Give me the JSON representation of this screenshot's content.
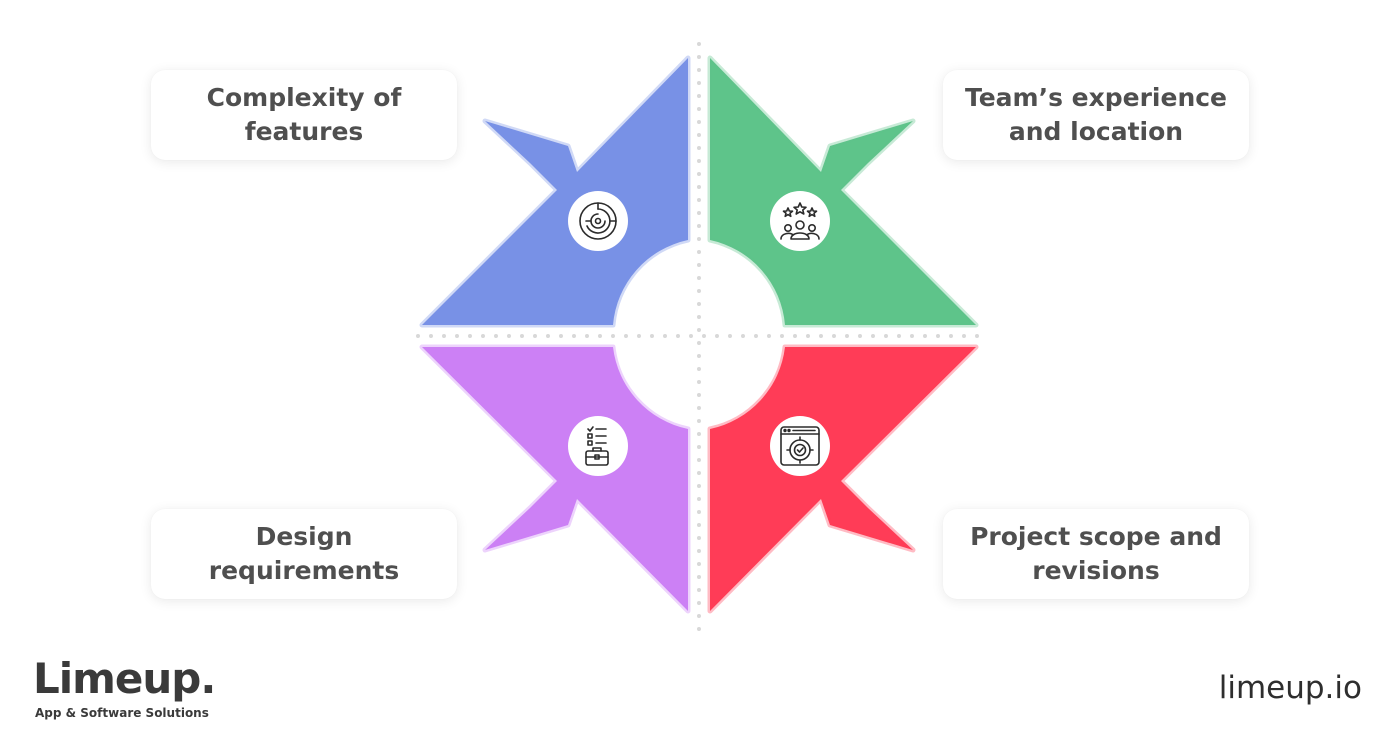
{
  "factors": [
    {
      "label": "Complexity of features",
      "color": "#7891e6",
      "icon": "maze-icon"
    },
    {
      "label": "Team’s experience and location",
      "color": "#5ec48a",
      "icon": "team-stars-icon"
    },
    {
      "label": "Design requirements",
      "color": "#cc80f5",
      "icon": "checklist-briefcase-icon"
    },
    {
      "label": "Project scope and revisions",
      "color": "#ff3c57",
      "icon": "target-window-icon"
    }
  ],
  "brand": {
    "name": "Limeup.",
    "tagline": "App & Software Solutions"
  },
  "site_url": "limeup.io"
}
